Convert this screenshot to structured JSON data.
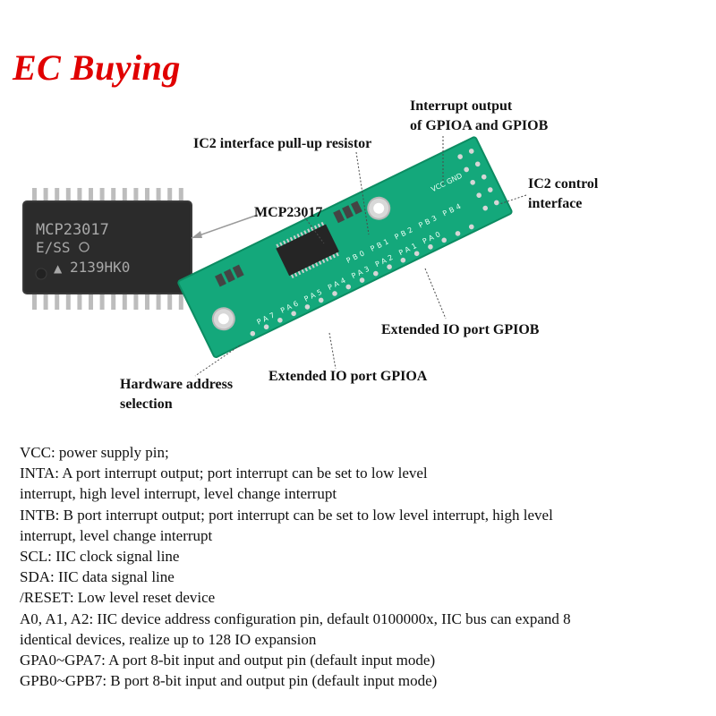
{
  "brand": "EC Buying",
  "chip": {
    "line1": "MCP23017",
    "line2": "E/SS",
    "line3": "2139HK0"
  },
  "callouts": {
    "interrupt_output_1": "Interrupt output",
    "interrupt_output_2": "of GPIOA and GPIOB",
    "pullup": "IC2 interface pull-up resistor",
    "control_1": "IC2 control",
    "control_2": "interface",
    "mcp": "MCP23017",
    "gpiob": "Extended IO port GPIOB",
    "gpioa": "Extended IO port GPIOA",
    "hw_addr_1": "Hardware address",
    "hw_addr_2": "selection"
  },
  "description": [
    "VCC: power supply pin;",
    "INTA: A port interrupt output; port interrupt can be set to low level",
    "interrupt, high level interrupt, level change interrupt",
    "INTB: B port interrupt output; port interrupt can be set to low level interrupt, high level",
    "interrupt, level change interrupt",
    "SCL: IIC clock signal line",
    "SDA: IIC data signal line",
    "/RESET: Low level reset device",
    "A0, A1, A2: IIC device address configuration pin, default 0100000x, IIC bus can expand 8",
    "identical devices, realize up to 128 IO expansion",
    "GPA0~GPA7: A port 8-bit input and output pin (default input mode)",
    "GPB0~GPB7: B port 8-bit input and output pin (default input mode)"
  ],
  "colors": {
    "brand": "#e00000",
    "pcb": "#12a87a",
    "chip": "#262626"
  }
}
